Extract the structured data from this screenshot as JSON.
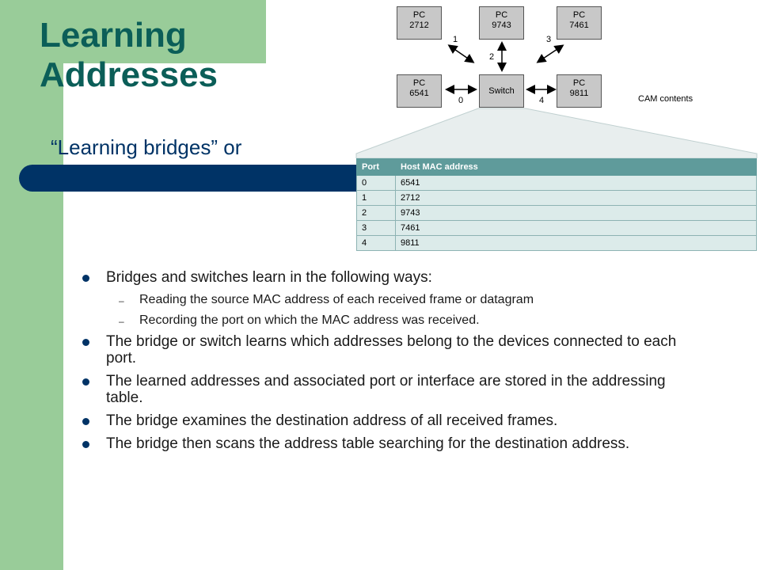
{
  "slide": {
    "title_line1": "Learning",
    "title_line2": "Addresses",
    "subtitle": "“Learning bridges” or"
  },
  "diagram": {
    "pcs": [
      {
        "name": "PC",
        "id": "2712"
      },
      {
        "name": "PC",
        "id": "9743"
      },
      {
        "name": "PC",
        "id": "7461"
      },
      {
        "name": "PC",
        "id": "6541"
      },
      {
        "name": "PC",
        "id": "9811"
      }
    ],
    "switch_label": "Switch",
    "port_labels": [
      "1",
      "2",
      "3",
      "0",
      "4"
    ],
    "cam_label": "CAM contents",
    "cam_headers": [
      "Port",
      "Host MAC address"
    ],
    "cam_rows": [
      [
        "0",
        "6541"
      ],
      [
        "1",
        "2712"
      ],
      [
        "2",
        "9743"
      ],
      [
        "3",
        "7461"
      ],
      [
        "4",
        "9811"
      ]
    ]
  },
  "bullets": {
    "b1": "Bridges and switches learn in the following ways:",
    "b1_sub1": "Reading the source MAC address of each received frame or datagram",
    "b1_sub2": "Recording the port on which the MAC address was received.",
    "b2": "The bridge or switch learns which addresses belong to the devices connected to each port.",
    "b3": "The learned addresses and associated port or interface are stored in the addressing table.",
    "b4": "The bridge examines the destination address of all received frames.",
    "b5": "The bridge then scans the address table searching for the destination address."
  },
  "colors": {
    "green": "#99cc99",
    "title": "#0b5e58",
    "navy": "#003366",
    "table_header": "#5f9b9b",
    "table_cell": "#dcebea"
  }
}
